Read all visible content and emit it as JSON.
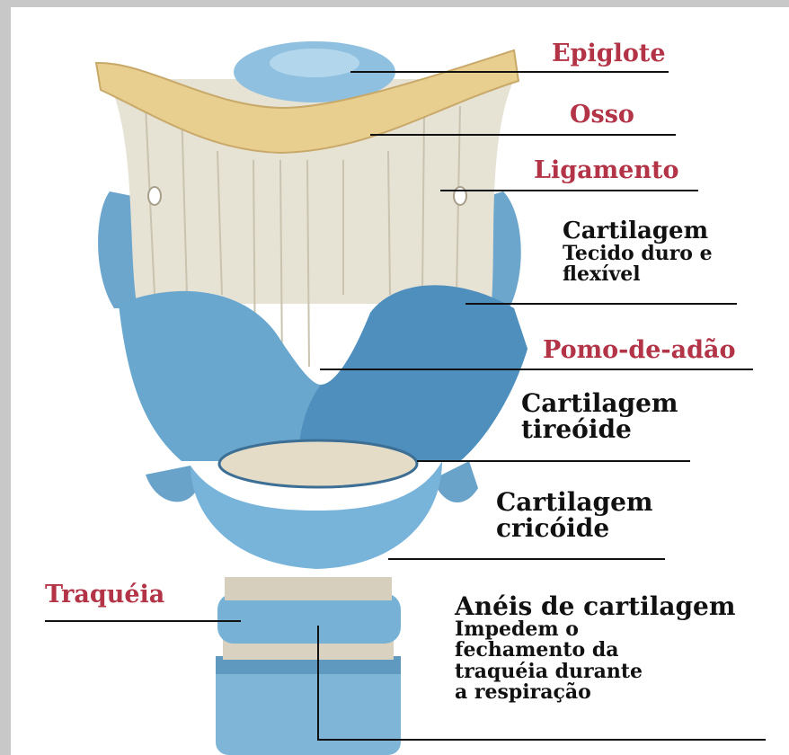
{
  "colors": {
    "frame": "#c8c8c8",
    "background": "#ffffff",
    "cartilage": "#6aa7cf",
    "cartilage_light": "#9fcbe6",
    "bone": "#e8cf8f",
    "ligament": "#e6e2d4",
    "label_red": "#b23446",
    "label_black": "#111111"
  },
  "labels": {
    "epiglote": "Epiglote",
    "osso": "Osso",
    "ligamento": "Ligamento",
    "cartilagem": {
      "title": "Cartilagem",
      "line2": "Tecido duro e",
      "line3": "flexível"
    },
    "pomo": "Pomo-de-adão",
    "tireoide": {
      "line1": "Cartilagem",
      "line2": "tireóide"
    },
    "cricoide": {
      "line1": "Cartilagem",
      "line2": "cricóide"
    },
    "traqueia": "Traquéia",
    "aneis": {
      "title": "Anéis de cartilagem",
      "line2": "Impedem o",
      "line3": "fechamento da",
      "line4": "traquéia durante",
      "line5": "a respiração"
    }
  }
}
